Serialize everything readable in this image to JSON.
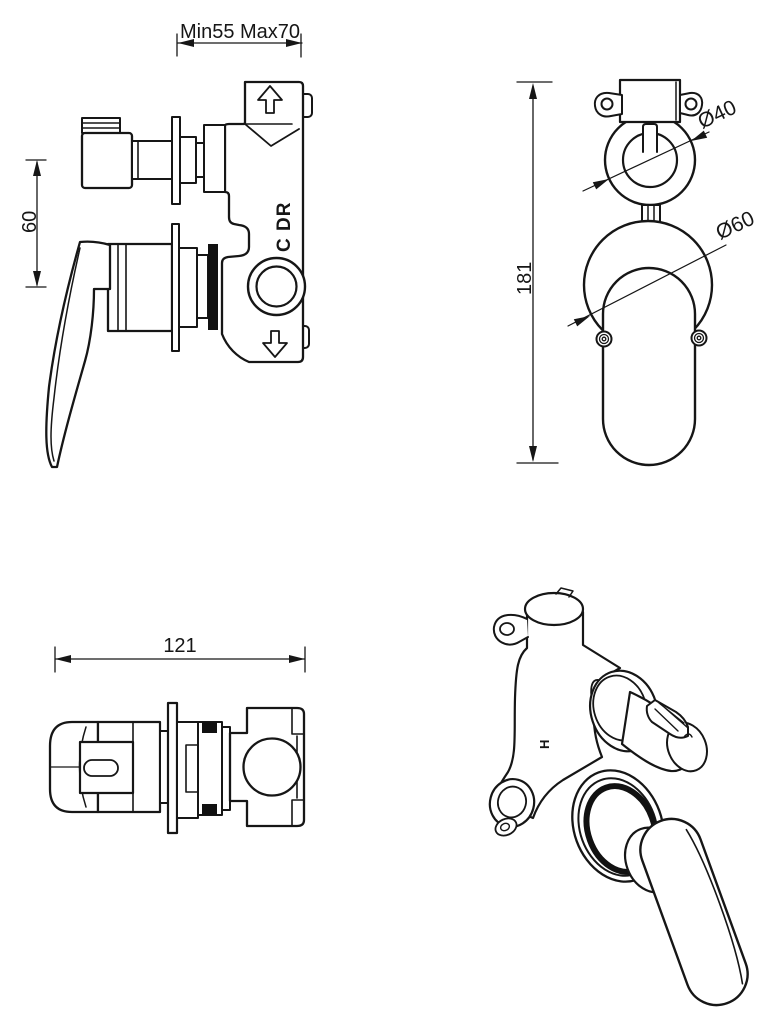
{
  "drawing": {
    "type": "technical-drawing",
    "subject": "Concealed single-lever shower mixer valve, 4-view dimensioned drawing",
    "line_color": "#161616",
    "background_color": "#ffffff",
    "views": {
      "side": {
        "label": "side elevation",
        "dim_span": "Min55 Max70",
        "dim_offset": "60",
        "body_marking": "C DR",
        "flow_arrow_icons": [
          "up-arrow-icon",
          "down-arrow-icon"
        ]
      },
      "front": {
        "label": "front elevation",
        "dim_height": "181",
        "dim_stem_dia": "Ø40",
        "dim_trim_dia": "Ø60"
      },
      "top": {
        "label": "top view",
        "dim_width": "121"
      },
      "iso": {
        "label": "isometric view",
        "body_marking": "H"
      }
    }
  }
}
